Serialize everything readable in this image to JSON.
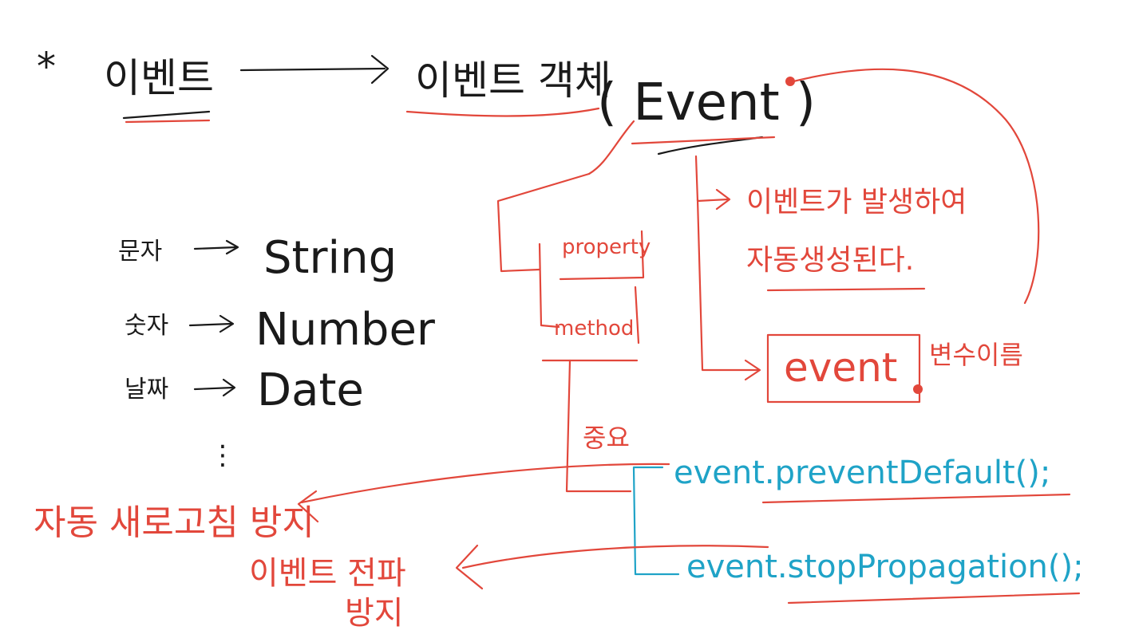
{
  "colors": {
    "black": "#1a1a1a",
    "red": "#e2473b",
    "cyan": "#1fa3c7",
    "background": "#ffffff"
  },
  "header": {
    "star": "*",
    "event": "이벤트",
    "event_object": "이벤트 객체",
    "event_class": "( Event )"
  },
  "types": [
    {
      "label": "문자",
      "type": "String"
    },
    {
      "label": "숫자",
      "type": "Number"
    },
    {
      "label": "날짜",
      "type": "Date"
    }
  ],
  "types_ellipsis": "⋮",
  "members": {
    "property": "property",
    "method": "method",
    "important": "중요"
  },
  "auto_created": {
    "line1": "이벤트가 발생하여",
    "line2": "자동생성된다."
  },
  "param_name": {
    "box": "event",
    "suffix": "변수이름"
  },
  "methods": {
    "prevent": "event.preventDefault();",
    "stop": "event.stopPropagation();"
  },
  "effects": {
    "prevent": "자동 새로고침 방지",
    "stop_line1": "이벤트 전파",
    "stop_line2": "방지"
  }
}
